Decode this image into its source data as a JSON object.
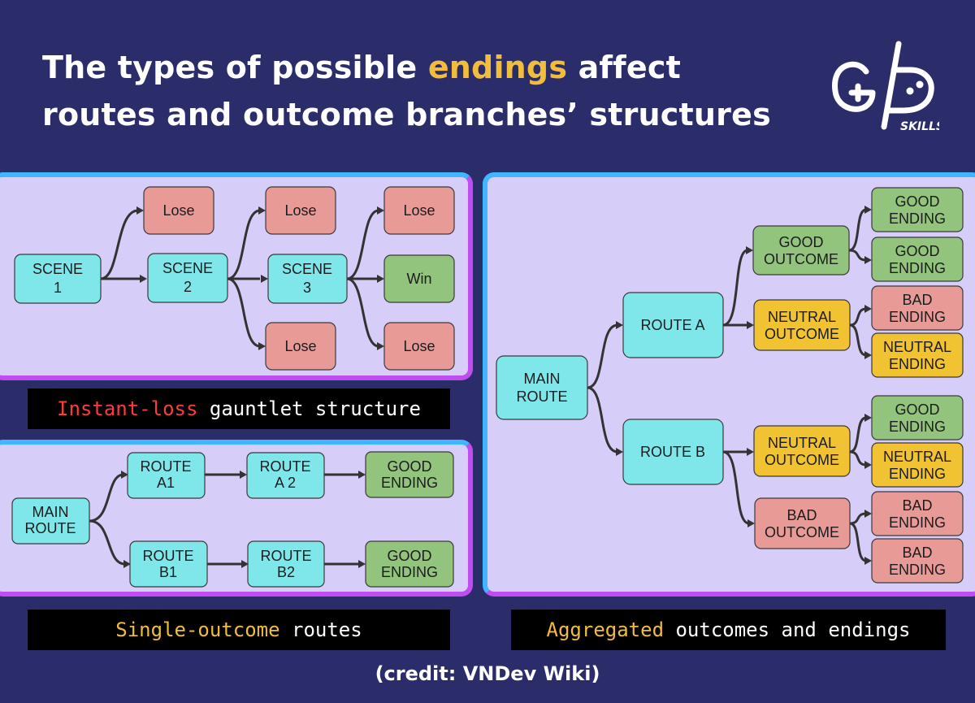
{
  "title": {
    "line1_before": "The types of possible ",
    "line1_highlight": "endings",
    "line1_after": " affect",
    "line2": "routes and outcome branches’ structures"
  },
  "logo": {
    "text": "SKILLS",
    "icon": "gd-skills-logo"
  },
  "colors": {
    "background": "#2a2d6a",
    "panel": "#d6cdf8",
    "highlight": "#f3bd3c",
    "scene_node": "#7fe7ea",
    "lose_node": "#e89a96",
    "good_node": "#93c47d",
    "neutral_node": "#f1c232"
  },
  "gauntlet": {
    "scene1": [
      "SCENE",
      "1"
    ],
    "scene2": [
      "SCENE",
      "2"
    ],
    "scene3": [
      "SCENE",
      "3"
    ],
    "lose": "Lose",
    "win": "Win"
  },
  "single": {
    "main": [
      "MAIN",
      "ROUTE"
    ],
    "a1": [
      "ROUTE",
      "A1"
    ],
    "a2": [
      "ROUTE",
      "A 2"
    ],
    "b1": [
      "ROUTE",
      "B1"
    ],
    "b2": [
      "ROUTE",
      "B2"
    ],
    "good": [
      "GOOD",
      "ENDING"
    ]
  },
  "aggregated": {
    "main": [
      "MAIN",
      "ROUTE"
    ],
    "route_a": "ROUTE A",
    "route_b": "ROUTE B",
    "good_outcome": [
      "GOOD",
      "OUTCOME"
    ],
    "neutral_outcome": [
      "NEUTRAL",
      "OUTCOME"
    ],
    "bad_outcome": [
      "BAD",
      "OUTCOME"
    ],
    "good_ending": [
      "GOOD",
      "ENDING"
    ],
    "bad_ending": [
      "BAD",
      "ENDING"
    ],
    "neutral_ending": [
      "NEUTRAL",
      "ENDING"
    ]
  },
  "captions": {
    "gauntlet_red": "Instant-loss",
    "gauntlet_rest": " gauntlet structure",
    "single_yellow": "Single-outcome",
    "single_rest": " routes",
    "aggregated_yellow": "Aggregated",
    "aggregated_rest": " outcomes and endings"
  },
  "credit": "(credit: VNDev Wiki)"
}
